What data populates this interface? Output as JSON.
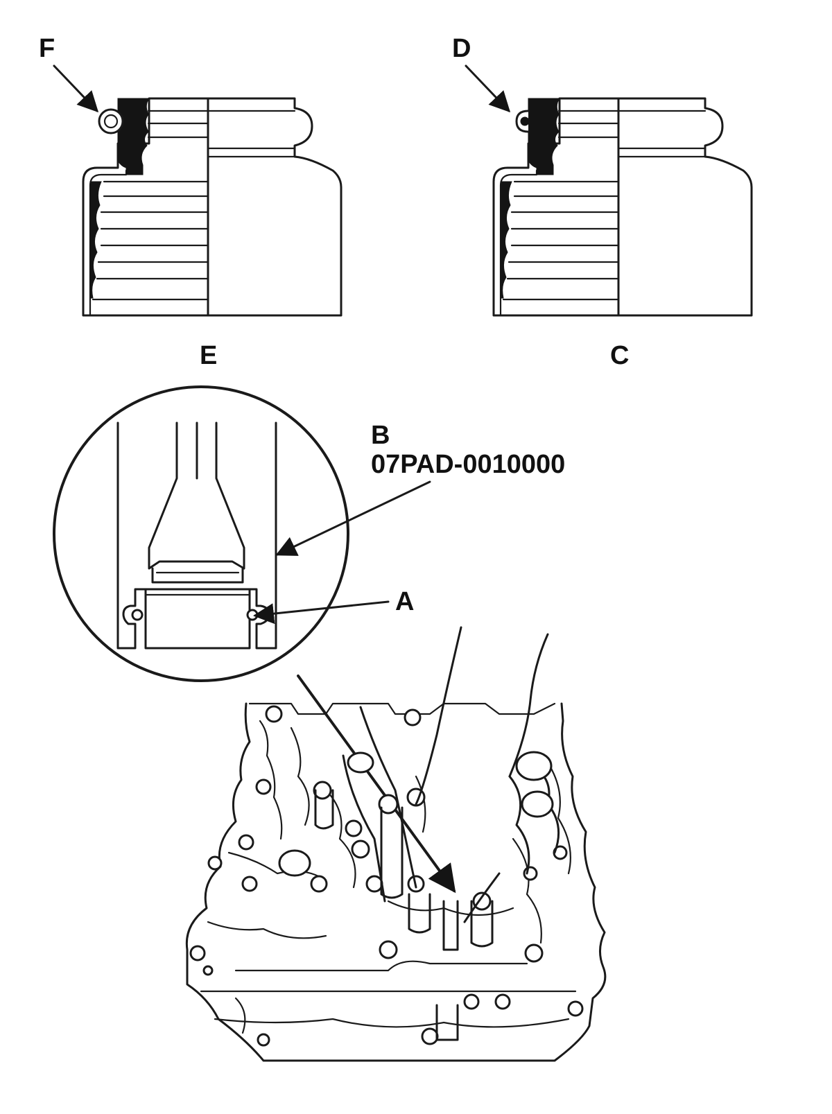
{
  "labels": {
    "f": "F",
    "d": "D",
    "e": "E",
    "c": "C",
    "b": "B",
    "b_part": "07PAD-0010000",
    "a": "A"
  },
  "colors": {
    "ink": "#1a1a1a",
    "background": "#ffffff"
  }
}
